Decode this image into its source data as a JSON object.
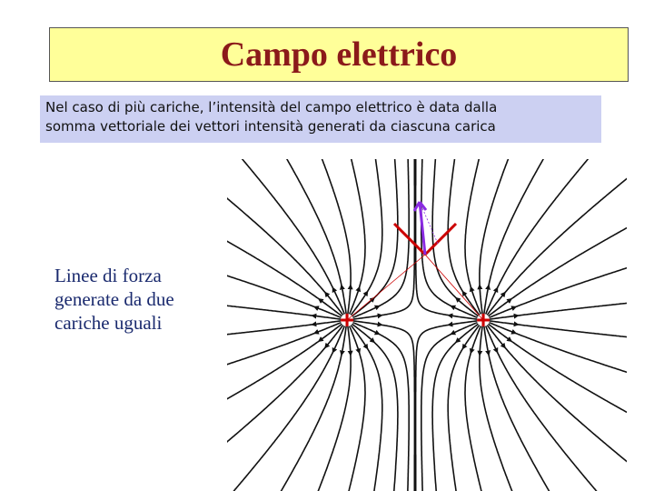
{
  "slide": {
    "title": "Campo elettrico",
    "subtitle": "Nel caso di più cariche, l’intensità del campo elettrico è data dalla\nsomma vettoriale dei vettori intensità generati da ciascuna carica",
    "caption": "Linee di forza\ngenerate da due\ncariche uguali"
  },
  "diagram": {
    "charges": [
      {
        "sign": "+",
        "color": "#cc0000"
      },
      {
        "sign": "+",
        "color": "#cc0000"
      }
    ],
    "field_line_color": "#111111",
    "vector_color": "#cc0000",
    "resultant_color": "#8a2be2"
  }
}
